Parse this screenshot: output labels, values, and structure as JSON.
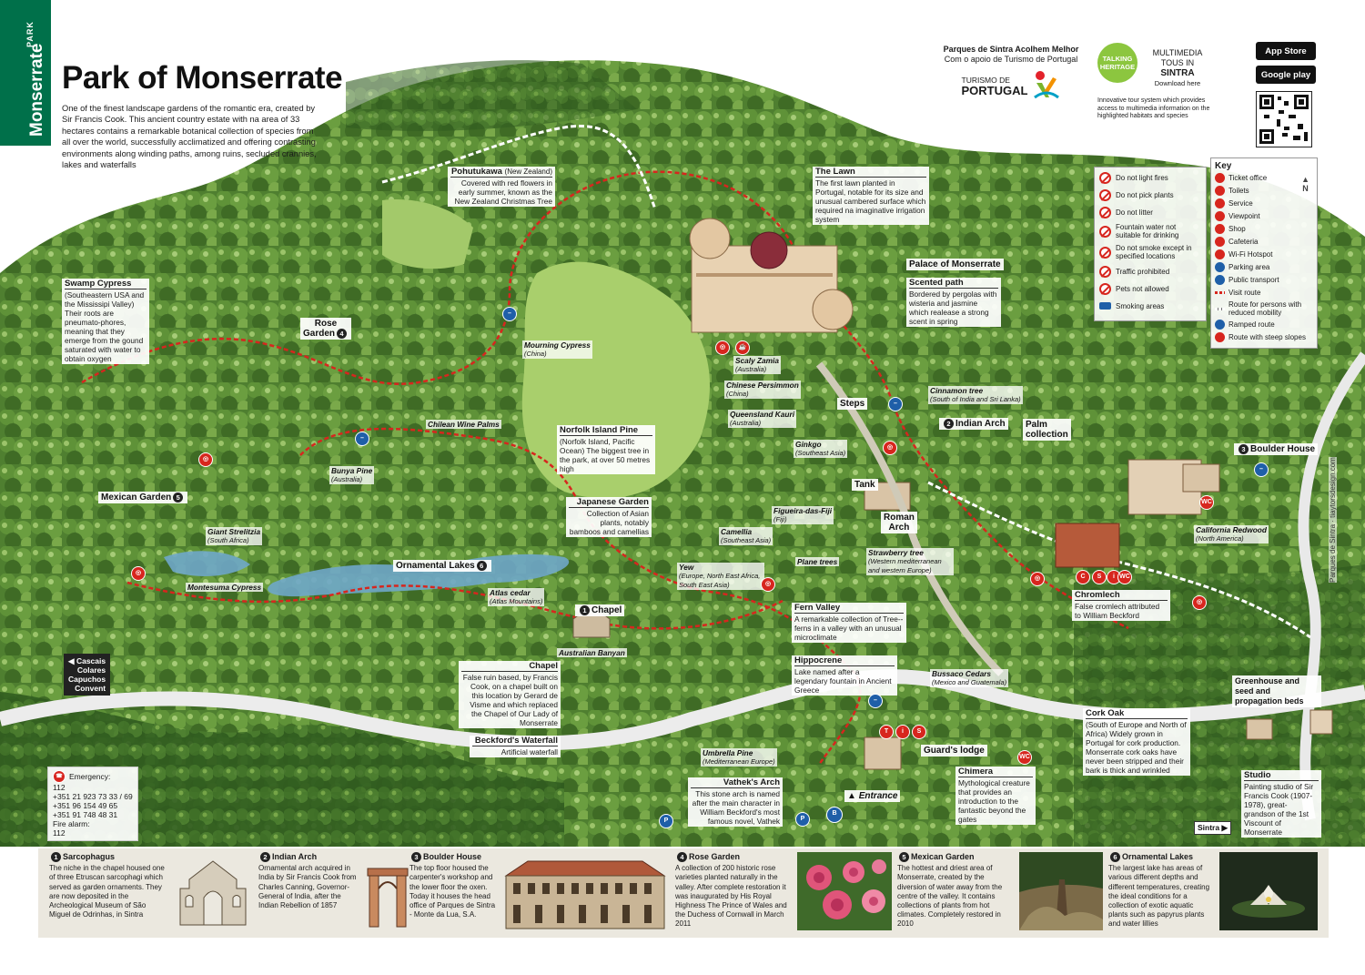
{
  "brand": {
    "tab_top": "PARK",
    "tab_name": "Monserrate",
    "title": "Park of Monserrate",
    "intro": "One of the finest landscape gardens of the romantic era, created by Sir Francis Cook. This ancient country estate with na area of 33 hectares contains a remarkable botanical collection of species from all over the world, successfully acclimatized and offering contrasting environments along winding paths, among ruins, secluded crannies, lakes and waterfalls"
  },
  "sponsor": {
    "line1": "Parques de Sintra Acolhem Melhor",
    "line2": "Com o apoio de Turismo de Portugal",
    "logo_small": "TURISMO DE",
    "logo_big": "PORTUGAL"
  },
  "talking_heritage": {
    "badge": "TALKING HERITAGE",
    "line1": "MULTIMEDIA",
    "line2": "TOUS IN",
    "line3": "SINTRA",
    "line4": "Download here",
    "description": "Innovative tour system which provides access to multimedia information on the highlighted habitats and species"
  },
  "stores": {
    "app_store": "App Store",
    "google_play": "Google play"
  },
  "rules": [
    {
      "icon": "no-fire-icon",
      "label": "Do not light fires"
    },
    {
      "icon": "no-picking-icon",
      "label": "Do not pick plants"
    },
    {
      "icon": "no-litter-icon",
      "label": "Do not litter"
    },
    {
      "icon": "no-drinking-icon",
      "label": "Fountain water not suitable for drinking"
    },
    {
      "icon": "no-smoking-icon",
      "label": "Do not smoke except in specified locations"
    },
    {
      "icon": "no-traffic-icon",
      "label": "Traffic prohibited"
    },
    {
      "icon": "no-pets-icon",
      "label": "Pets not allowed"
    },
    {
      "icon": "smoking-area-icon",
      "label": "Smoking areas"
    }
  ],
  "key": {
    "title": "Key",
    "north": "N",
    "items": [
      {
        "icon": "ticket-icon",
        "label": "Ticket office"
      },
      {
        "icon": "wc-icon",
        "label": "Toilets"
      },
      {
        "icon": "service-icon",
        "label": "Service"
      },
      {
        "icon": "viewpoint-icon",
        "label": "Viewpoint"
      },
      {
        "icon": "shop-icon",
        "label": "Shop"
      },
      {
        "icon": "cafeteria-icon",
        "label": "Cafeteria"
      },
      {
        "icon": "wifi-icon",
        "label": "Wi-Fi Hotspot"
      },
      {
        "icon": "parking-icon",
        "label": "Parking area"
      },
      {
        "icon": "bus-icon",
        "label": "Public transport"
      },
      {
        "icon": "visit-route-icon",
        "label": "Visit route"
      },
      {
        "icon": "reduced-mobility-route-icon",
        "label": "Route for persons with reduced mobility"
      },
      {
        "icon": "ramp-icon",
        "label": "Ramped route"
      },
      {
        "icon": "steep-slope-icon",
        "label": "Route with steep slopes"
      }
    ]
  },
  "map_labels": {
    "pohutukawa": {
      "title": "Pohutukawa",
      "region": "(New Zealand)",
      "text": "Covered with red flowers in early summer, known as the New Zealand Christmas Tree"
    },
    "lawn": {
      "title": "The Lawn",
      "text": "The first lawn planted in Portugal, notable for its size and unusual cambered surface which required na imaginative irrigation system"
    },
    "palace": {
      "title": "Palace of Monserrate"
    },
    "scented": {
      "title": "Scented path",
      "text": "Bordered by pergolas with wisteria and jasmine which realease a strong scent in spring"
    },
    "swamp": {
      "title": "Swamp Cypress",
      "text": "(Southeastern USA and the Mississipi Valley) Their roots are pneumato-phores, meaning that they emerge from the gound saturated with water to obtain oxygen"
    },
    "norfolk": {
      "title": "Norfolk Island Pine",
      "text": "(Norfolk Island, Pacific Ocean) The biggest tree in the park, at over 50 metres high"
    },
    "japanese": {
      "title": "Japanese Garden",
      "text": "Collection of Asian plants, notably bamboos and camellias"
    },
    "fern": {
      "title": "Fern Valley",
      "text": "A remarkable collection of Tree--ferns in a valley with an unusual microclimate"
    },
    "hippocrene": {
      "title": "Hippocrene",
      "text": "Lake named after a legendary fountain in Ancient Greece"
    },
    "chapel_box": {
      "title": "Chapel",
      "text": "False ruin based, by Francis Cook, on a chapel built on this location by Gerard de Visme and which replaced the Chapel of Our Lady of Monserrate"
    },
    "beckford": {
      "title": "Beckford's Waterfall",
      "text": "Artificial waterfall"
    },
    "vathek": {
      "title": "Vathek's Arch",
      "text": "This stone arch is named after the main character in William Beckford's most famous novel, Vathek"
    },
    "chimera": {
      "title": "Chimera",
      "text": "Mythological creature that provides an introduction to the fantastic beyond the gates"
    },
    "chromlech": {
      "title": "Chromlech",
      "text": "False cromlech attributed to William Beckford"
    },
    "cork": {
      "title": "Cork Oak",
      "text": "(South of Europe and North of Africa) Widely grown in Portugal for cork production. Monserrate cork oaks have never been stripped and their bark is thick and wrinkled"
    },
    "studio": {
      "title": "Studio",
      "text": "Painting studio of Sir Francis Cook (1907-1978), great-grandson of the 1st Viscount of Monserrate"
    },
    "greenhouse": {
      "title": "Greenhouse and seed and propagation beds"
    }
  },
  "poi": {
    "rose_garden_1": "Rose",
    "rose_garden_2": "Garden",
    "mexican_garden": "Mexican Garden",
    "ornamental_lakes": "Ornamental Lakes",
    "chapel": "Chapel",
    "indian_arch": "Indian Arch",
    "palm_collection_1": "Palm",
    "palm_collection_2": "collection",
    "boulder_house": "Boulder House",
    "steps": "Steps",
    "tank": "Tank",
    "roman_arch_1": "Roman",
    "roman_arch_2": "Arch",
    "guards_lodge": "Guard's lodge",
    "entrance": "Entrance",
    "n1": "1",
    "n2": "2",
    "n3": "3",
    "n4": "4",
    "n5": "5",
    "n6": "6"
  },
  "species": [
    {
      "name": "Mourning Cypress",
      "region": "(China)"
    },
    {
      "name": "Scaly Zamia",
      "region": "(Australia)"
    },
    {
      "name": "Chinese Persimmon",
      "region": "(China)"
    },
    {
      "name": "Queensland Kauri",
      "region": "(Australia)"
    },
    {
      "name": "Ginkgo",
      "region": "(Southeast Asia)"
    },
    {
      "name": "Cinnamon tree",
      "region": "(South of India and Sri Lanka)"
    },
    {
      "name": "Chilean Wine Palms",
      "region": ""
    },
    {
      "name": "Bunya Pine",
      "region": "(Australia)"
    },
    {
      "name": "Giant Strelitzia",
      "region": "(South Africa)"
    },
    {
      "name": "Montesuma Cypress",
      "region": ""
    },
    {
      "name": "Atlas cedar",
      "region": "(Atlas Mountains)"
    },
    {
      "name": "Yew",
      "region": "(Europe, North East Africa, South East Asia)"
    },
    {
      "name": "Camellia",
      "region": "(Southeast Asia)"
    },
    {
      "name": "Plane trees",
      "region": ""
    },
    {
      "name": "Strawberry tree",
      "region": "(Western mediterranean and western Europe)"
    },
    {
      "name": "Australian Banyan",
      "region": ""
    },
    {
      "name": "Bussaco Cedars",
      "region": "(Mexico and Guatemala)"
    },
    {
      "name": "Umbrella Pine",
      "region": "(Mediterranean Europe)"
    },
    {
      "name": "California Redwood",
      "region": "(North America)"
    },
    {
      "name": "Figueira-das-Fiji",
      "region": "(Fiji)"
    }
  ],
  "directions": {
    "l1": "Cascais",
    "l2": "Colares",
    "l3": "Capuchos",
    "l4": "Convent",
    "sintra": "Sintra"
  },
  "emergency": {
    "title": "Emergency:",
    "lines": [
      "112",
      "+351 21 923 73 33 / 69",
      "+351 96 154 49 65",
      "+351 91 748 48 31"
    ],
    "fire_label": "Fire alarm:",
    "fire": "112"
  },
  "credits": {
    "designer": "tiaytorsdesign.com",
    "publisher": "Parques de Sintra"
  },
  "panels": [
    {
      "num": "1",
      "title": "Sarcophagus",
      "text": "The niche in the chapel housed one of three Etruscan sarcophagi which served as garden ornaments. They are now deposited in the Archeological Museum of São Miguel de Odrinhas, in Sintra"
    },
    {
      "num": "2",
      "title": "Indian Arch",
      "text": "Ornamental arch acquired in India by Sir Francis Cook from Charles Canning, Governor-General of India, after the Indian Rebellion of 1857"
    },
    {
      "num": "3",
      "title": "Boulder House",
      "text": "The top floor housed the carpenter's workshop and the lower floor the oxen. Today it houses the head office of Parques de Sintra - Monte da Lua, S.A."
    },
    {
      "num": "4",
      "title": "Rose Garden",
      "text": "A collection of 200 historic rose varieties planted naturally in the valley. After complete restoration it was inaugurated by His Royal Highness The Prince of Wales and the Duchess of Cornwall in March 2011"
    },
    {
      "num": "5",
      "title": "Mexican Garden",
      "text": "The hottest and driest area of Monserrate, created by the diversion of water away from the centre of the valley. It contains collections of plants from hot climates. Completely restored in 2010"
    },
    {
      "num": "6",
      "title": "Ornamental Lakes",
      "text": "The largest lake has areas of various different depths and different temperatures, creating the ideal conditions for a collection of exotic aquatic plants such as papyrus plants and water lillies"
    }
  ],
  "colors": {
    "brand_green": "#00704a",
    "route_red": "#d7261e",
    "ramp_blue": "#1f5fa8",
    "panel_bg": "#ebe8df"
  }
}
